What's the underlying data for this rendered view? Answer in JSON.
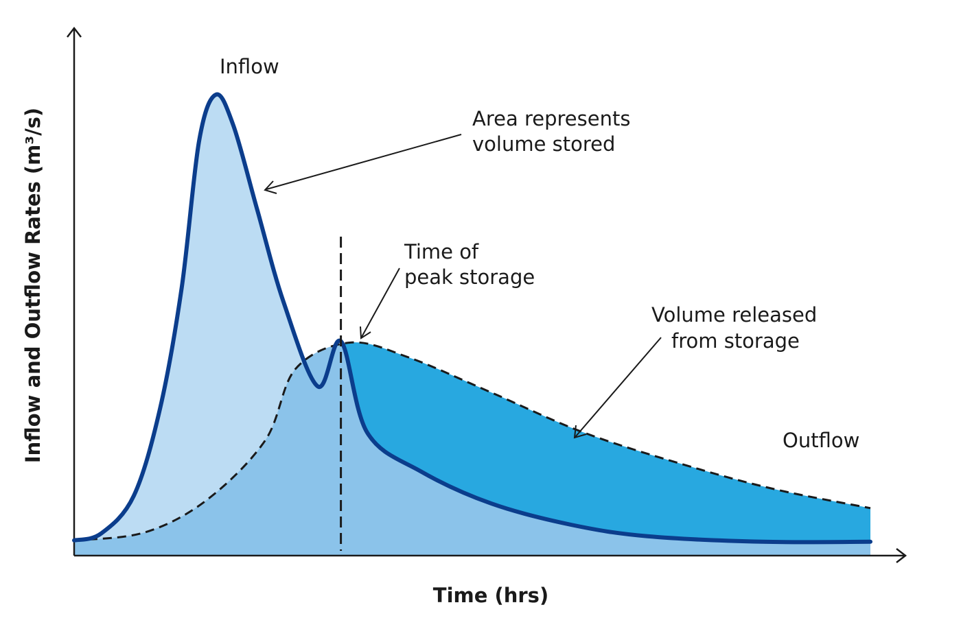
{
  "colors": {
    "inflow_line": "#0b3d8c",
    "inflow_fill": "#bcdcf3",
    "outflow_fill": "#8bc3ea",
    "released_fill": "#28a8e0",
    "axis": "#1a1a1a",
    "text": "#1a1a1a"
  },
  "chart_data": {
    "type": "area",
    "xlabel": "Time (hrs)",
    "ylabel": "Inflow and Outflow Rates (m³/s)",
    "xlim": [
      0,
      1
    ],
    "ylim": [
      0,
      1
    ],
    "grid": false,
    "series": [
      {
        "name": "Inflow",
        "style": "solid",
        "points": [
          [
            0.0,
            0.033
          ],
          [
            0.034,
            0.048
          ],
          [
            0.075,
            0.13
          ],
          [
            0.108,
            0.32
          ],
          [
            0.135,
            0.58
          ],
          [
            0.157,
            0.9
          ],
          [
            0.178,
            1.0
          ],
          [
            0.2,
            0.933
          ],
          [
            0.23,
            0.75
          ],
          [
            0.263,
            0.55
          ],
          [
            0.306,
            0.367
          ],
          [
            0.335,
            0.465
          ],
          [
            0.368,
            0.267
          ],
          [
            0.435,
            0.183
          ],
          [
            0.524,
            0.113
          ],
          [
            0.624,
            0.067
          ],
          [
            0.72,
            0.042
          ],
          [
            0.865,
            0.03
          ],
          [
            1.0,
            0.03
          ]
        ]
      },
      {
        "name": "Outflow",
        "style": "dashed",
        "points": [
          [
            0.0,
            0.033
          ],
          [
            0.088,
            0.05
          ],
          [
            0.166,
            0.12
          ],
          [
            0.24,
            0.25
          ],
          [
            0.278,
            0.405
          ],
          [
            0.346,
            0.462
          ],
          [
            0.42,
            0.43
          ],
          [
            0.525,
            0.353
          ],
          [
            0.643,
            0.265
          ],
          [
            0.78,
            0.19
          ],
          [
            0.885,
            0.142
          ],
          [
            1.0,
            0.103
          ]
        ]
      }
    ],
    "peak_storage_x": 0.335,
    "annotations": {
      "inflow": "Inflow",
      "outflow": "Outflow",
      "stored_line1": "Area represents",
      "stored_line2": "volume stored",
      "peak_line1": "Time of",
      "peak_line2": "peak storage",
      "released_line1": "Volume released",
      "released_line2": "from storage"
    }
  }
}
